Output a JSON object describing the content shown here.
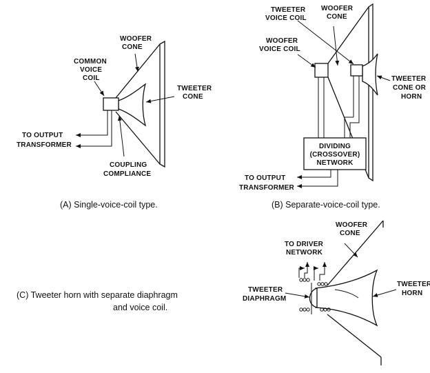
{
  "diagram_a": {
    "woofer_cone": [
      "WOOFER",
      "CONE"
    ],
    "common_voice_coil": [
      "COMMON",
      "VOICE",
      "COIL"
    ],
    "tweeter_cone": [
      "TWEETER",
      "CONE"
    ],
    "to_output_transformer": [
      "TO OUTPUT",
      "TRANSFORMER"
    ],
    "coupling_compliance": [
      "COUPLING",
      "COMPLIANCE"
    ],
    "caption": "(A) Single-voice-coil type."
  },
  "diagram_b": {
    "tweeter_voice_coil": [
      "TWEETER",
      "VOICE COIL"
    ],
    "woofer_cone": [
      "WOOFER",
      "CONE"
    ],
    "woofer_voice_coil": [
      "WOOFER",
      "VOICE COIL"
    ],
    "tweeter_cone_or_horn": [
      "TWEETER",
      "CONE OR",
      "HORN"
    ],
    "dividing_network": [
      "DIVIDING",
      "(CROSSOVER)",
      "NETWORK"
    ],
    "to_output_transformer": [
      "TO OUTPUT",
      "TRANSFORMER"
    ],
    "caption": "(B) Separate-voice-coil type."
  },
  "diagram_c": {
    "woofer_cone": [
      "WOOFER",
      "CONE"
    ],
    "to_driver_network": [
      "TO DRIVER",
      "NETWORK"
    ],
    "tweeter_diaphragm": [
      "TWEETER",
      "DIAPHRAGM"
    ],
    "tweeter_horn": [
      "TWEETER",
      "HORN"
    ],
    "caption": [
      "(C) Tweeter horn with separate diaphragm",
      "and voice coil."
    ]
  }
}
